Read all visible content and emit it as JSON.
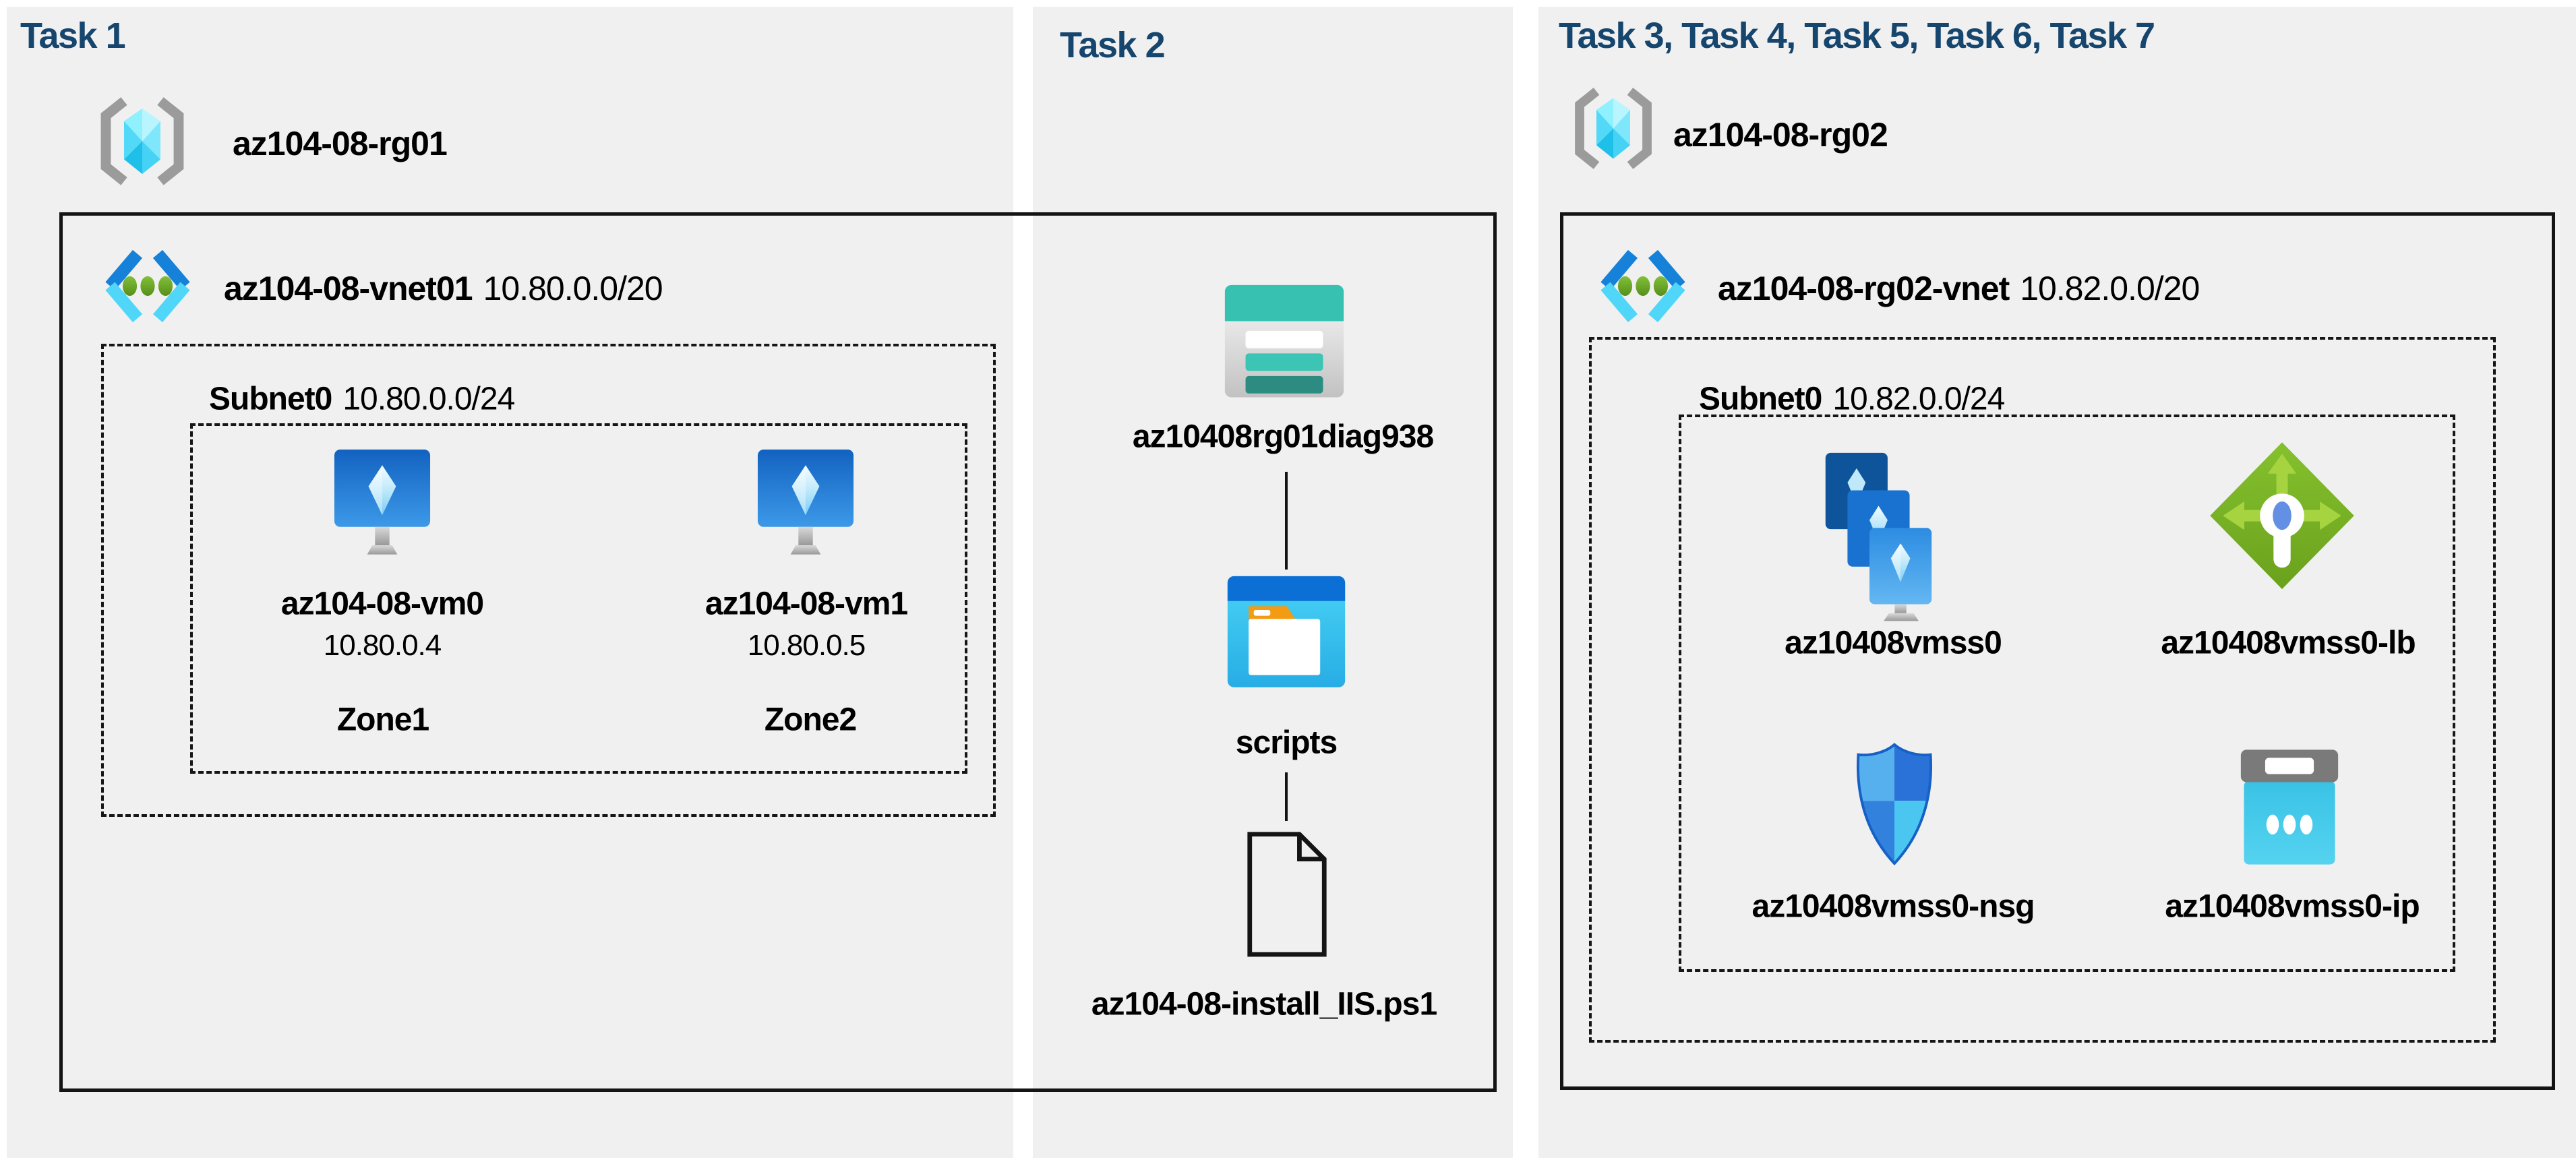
{
  "colors": {
    "page_background": "#ffffff",
    "panel_background": "#f0f0f0",
    "task_title": "#16456e",
    "box_border": "#141414",
    "label_text": "#000000",
    "azure_blue": "#1581d8",
    "azure_cyan": "#4fd6f8",
    "vnet_dot_green": "#6fae27",
    "lb_green": "#7bb227",
    "storage_teal": "#37c1b1",
    "folder_orange": "#f29b13"
  },
  "icons": [
    "resource-group-icon",
    "virtual-network-icon",
    "virtual-machine-icon",
    "storage-account-icon",
    "blob-container-icon",
    "ps1-file-icon",
    "vm-scale-set-icon",
    "load-balancer-icon",
    "network-security-group-icon",
    "public-ip-icon"
  ],
  "task1": {
    "title": "Task 1",
    "resource_group": "az104-08-rg01",
    "vnet_name": "az104-08-vnet01",
    "vnet_cidr": "10.80.0.0/20",
    "subnet_name": "Subnet0",
    "subnet_cidr": "10.80.0.0/24",
    "vms": [
      {
        "name": "az104-08-vm0",
        "ip": "10.80.0.4",
        "zone": "Zone1"
      },
      {
        "name": "az104-08-vm1",
        "ip": "10.80.0.5",
        "zone": "Zone2"
      }
    ]
  },
  "task2": {
    "title": "Task 2",
    "storage_account": "az10408rg01diag938",
    "container": "scripts",
    "script_file": "az104-08-install_IIS.ps1"
  },
  "task3": {
    "title": "Task 3, Task 4, Task 5, Task 6, Task 7",
    "resource_group": "az104-08-rg02",
    "vnet_name": "az104-08-rg02-vnet",
    "vnet_cidr": "10.82.0.0/20",
    "subnet_name": "Subnet0",
    "subnet_cidr": "10.82.0.0/24",
    "resources": [
      {
        "name": "az10408vmss0",
        "icon": "vm-scale-set-icon"
      },
      {
        "name": "az10408vmss0-lb",
        "icon": "load-balancer-icon"
      },
      {
        "name": "az10408vmss0-nsg",
        "icon": "network-security-group-icon"
      },
      {
        "name": "az10408vmss0-ip",
        "icon": "public-ip-icon"
      }
    ]
  }
}
